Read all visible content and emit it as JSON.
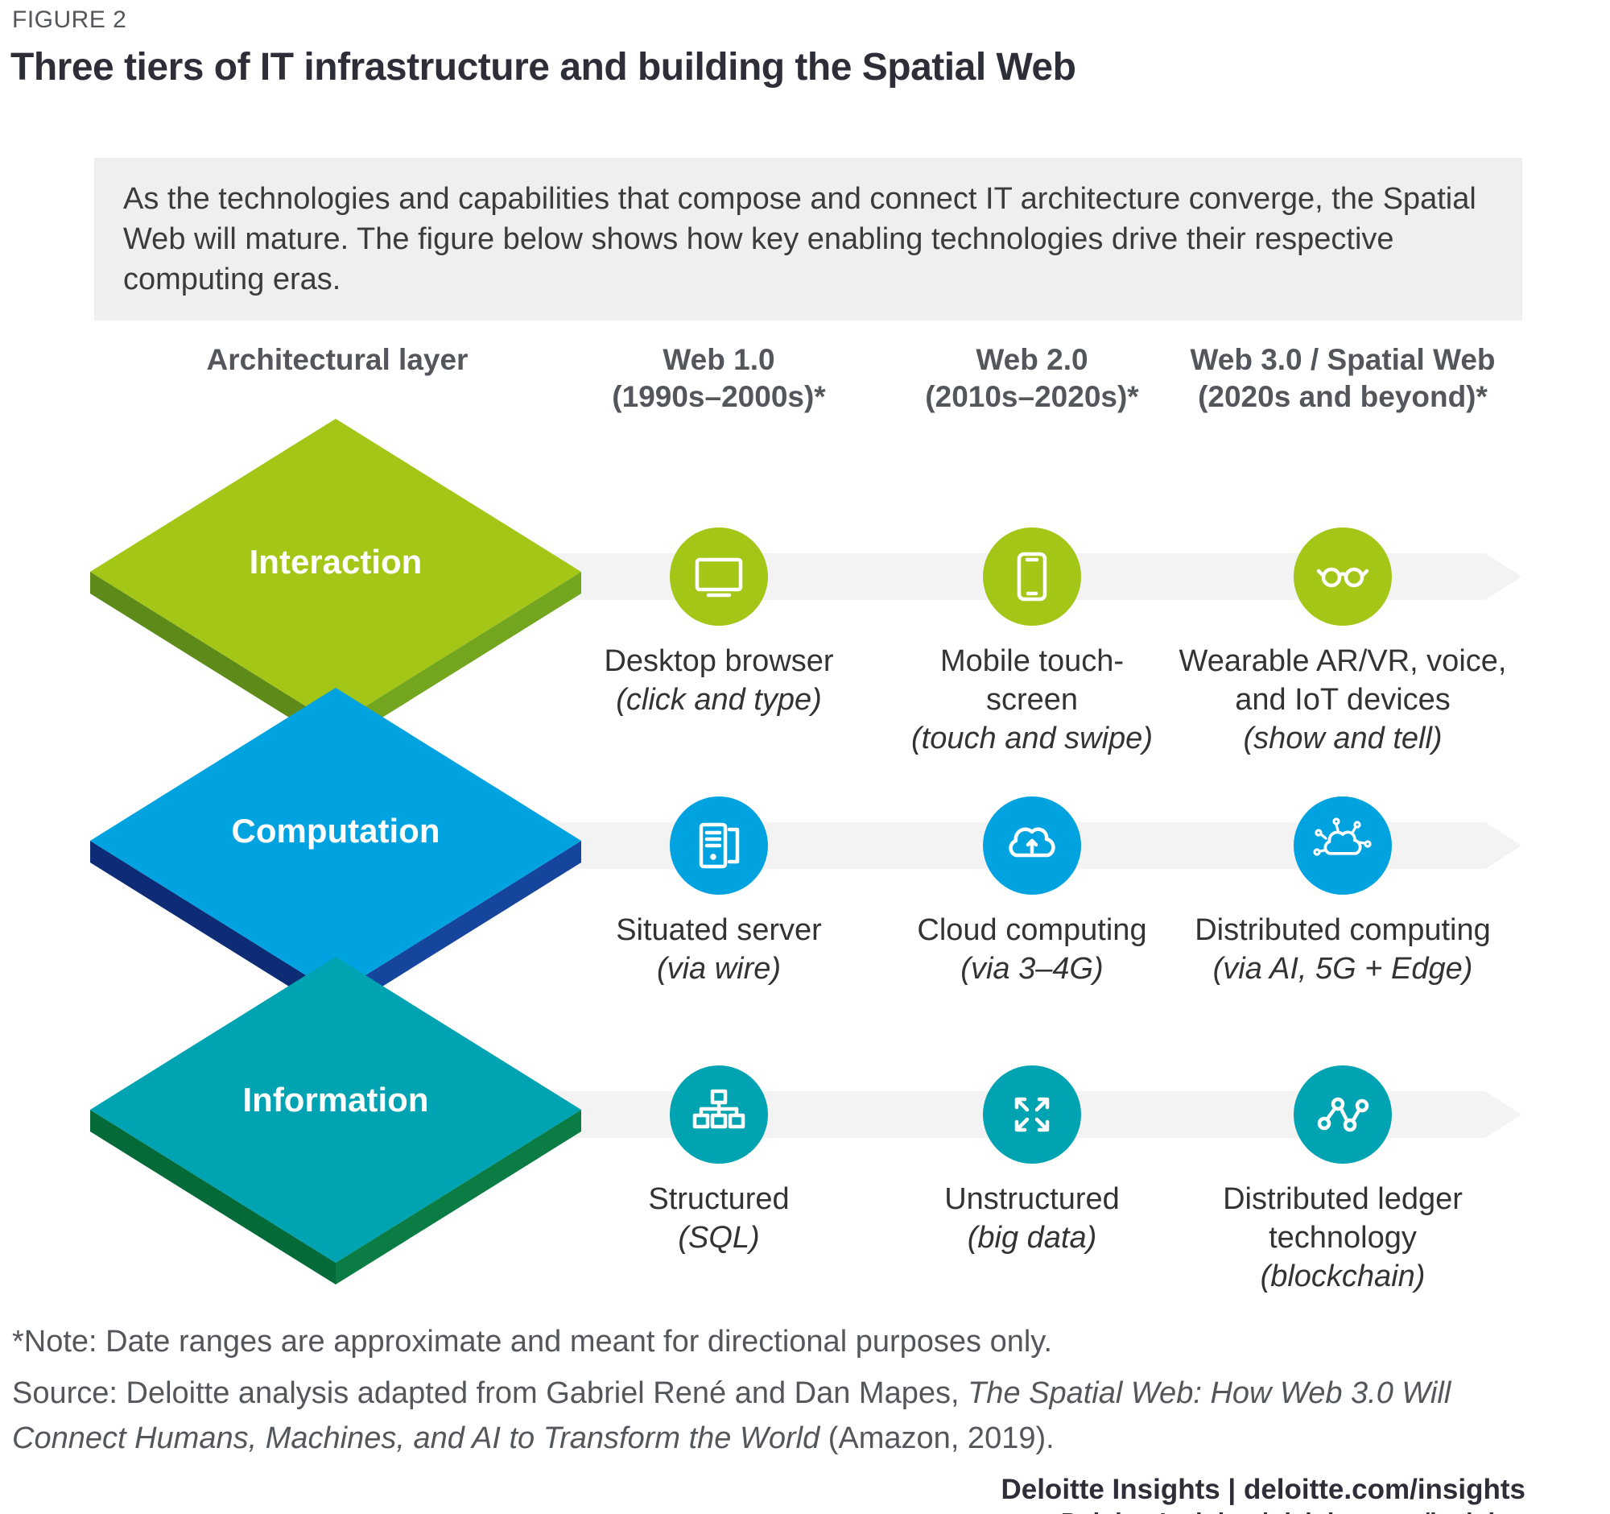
{
  "figure": {
    "eyebrow": "FIGURE 2",
    "title": "Three tiers of IT infrastructure and building the Spatial Web",
    "intro": "As the technologies and capabilities that compose and connect IT architecture converge, the Spatial Web will mature. The figure below shows how key enabling technologies drive their respective computing eras."
  },
  "columns": {
    "layer_header": "Architectural layer",
    "eras": [
      {
        "name": "Web 1.0",
        "dates": "(1990s–2000s)*"
      },
      {
        "name": "Web 2.0",
        "dates": "(2010s–2020s)*"
      },
      {
        "name": "Web 3.0 / Spatial Web",
        "dates": "(2020s and beyond)*"
      }
    ]
  },
  "layers": [
    {
      "name": "Interaction",
      "color": "#A3C617",
      "cells": [
        {
          "icon": "desktop-monitor-icon",
          "label": "Desktop browser",
          "detail": "(click and type)"
        },
        {
          "icon": "smartphone-icon",
          "label": "Mobile touch-screen",
          "detail": "(touch and swipe)"
        },
        {
          "icon": "smart-glasses-icon",
          "label": "Wearable AR/VR, voice, and IoT devices",
          "detail": "(show and tell)"
        }
      ]
    },
    {
      "name": "Computation",
      "color": "#00A3E0",
      "cells": [
        {
          "icon": "server-icon",
          "label": "Situated server",
          "detail": "(via wire)"
        },
        {
          "icon": "cloud-upload-icon",
          "label": "Cloud computing",
          "detail": "(via 3–4G)"
        },
        {
          "icon": "distributed-cloud-icon",
          "label": "Distributed computing",
          "detail": "(via AI, 5G + Edge)"
        }
      ]
    },
    {
      "name": "Information",
      "color": "#00A3B1",
      "cells": [
        {
          "icon": "sitemap-icon",
          "label": "Structured",
          "detail": "(SQL)"
        },
        {
          "icon": "expand-arrows-icon",
          "label": "Unstructured",
          "detail": "(big data)"
        },
        {
          "icon": "linked-nodes-icon",
          "label": "Distributed ledger technology",
          "detail": "(blockchain)"
        }
      ]
    }
  ],
  "footer": {
    "note": "*Note: Date ranges are approximate and meant for directional purposes only.",
    "source_prefix": "Source: Deloitte analysis adapted from Gabriel René and Dan Mapes, ",
    "source_title": "The Spatial Web: How Web 3.0 Will Connect Humans, Machines, and AI to Transform the World",
    "source_suffix": " (Amazon, 2019).",
    "brand": "Deloitte Insights | deloitte.com/insights"
  },
  "colors": {
    "interaction_green": "#A3C617",
    "computation_blue": "#00A3E0",
    "information_teal": "#00A3B1",
    "band_gray": "#F3F3F3",
    "intro_background": "#EFEFEF",
    "text_dark": "#2E2E38",
    "text_gray": "#53565A"
  }
}
